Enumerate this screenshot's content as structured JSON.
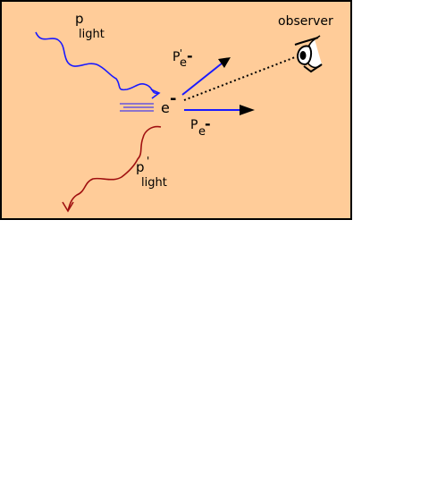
{
  "colors": {
    "panel_fill": "#FFCC99",
    "panel_border": "#000000",
    "incoming_light": "#1a1aff",
    "scattered_light": "#a01010",
    "momentum_arrow": "#1a1aff",
    "sight_line": "#000000"
  },
  "labels": {
    "observer": "observer",
    "p_light_main": "p",
    "p_light_sub": "light",
    "p_light_prime_main": "p",
    "p_light_prime_mark": "'",
    "p_light_prime_sub": "light",
    "electron_main": "e",
    "electron_sup": "-",
    "pe_prime_main": "P",
    "pe_prime_mark": "'",
    "pe_prime_sub": "e",
    "pe_prime_sup": "-",
    "pe_main": "P",
    "pe_sub": "e",
    "pe_sup": "-"
  },
  "icons": {
    "observer_eye": "eye-icon"
  }
}
